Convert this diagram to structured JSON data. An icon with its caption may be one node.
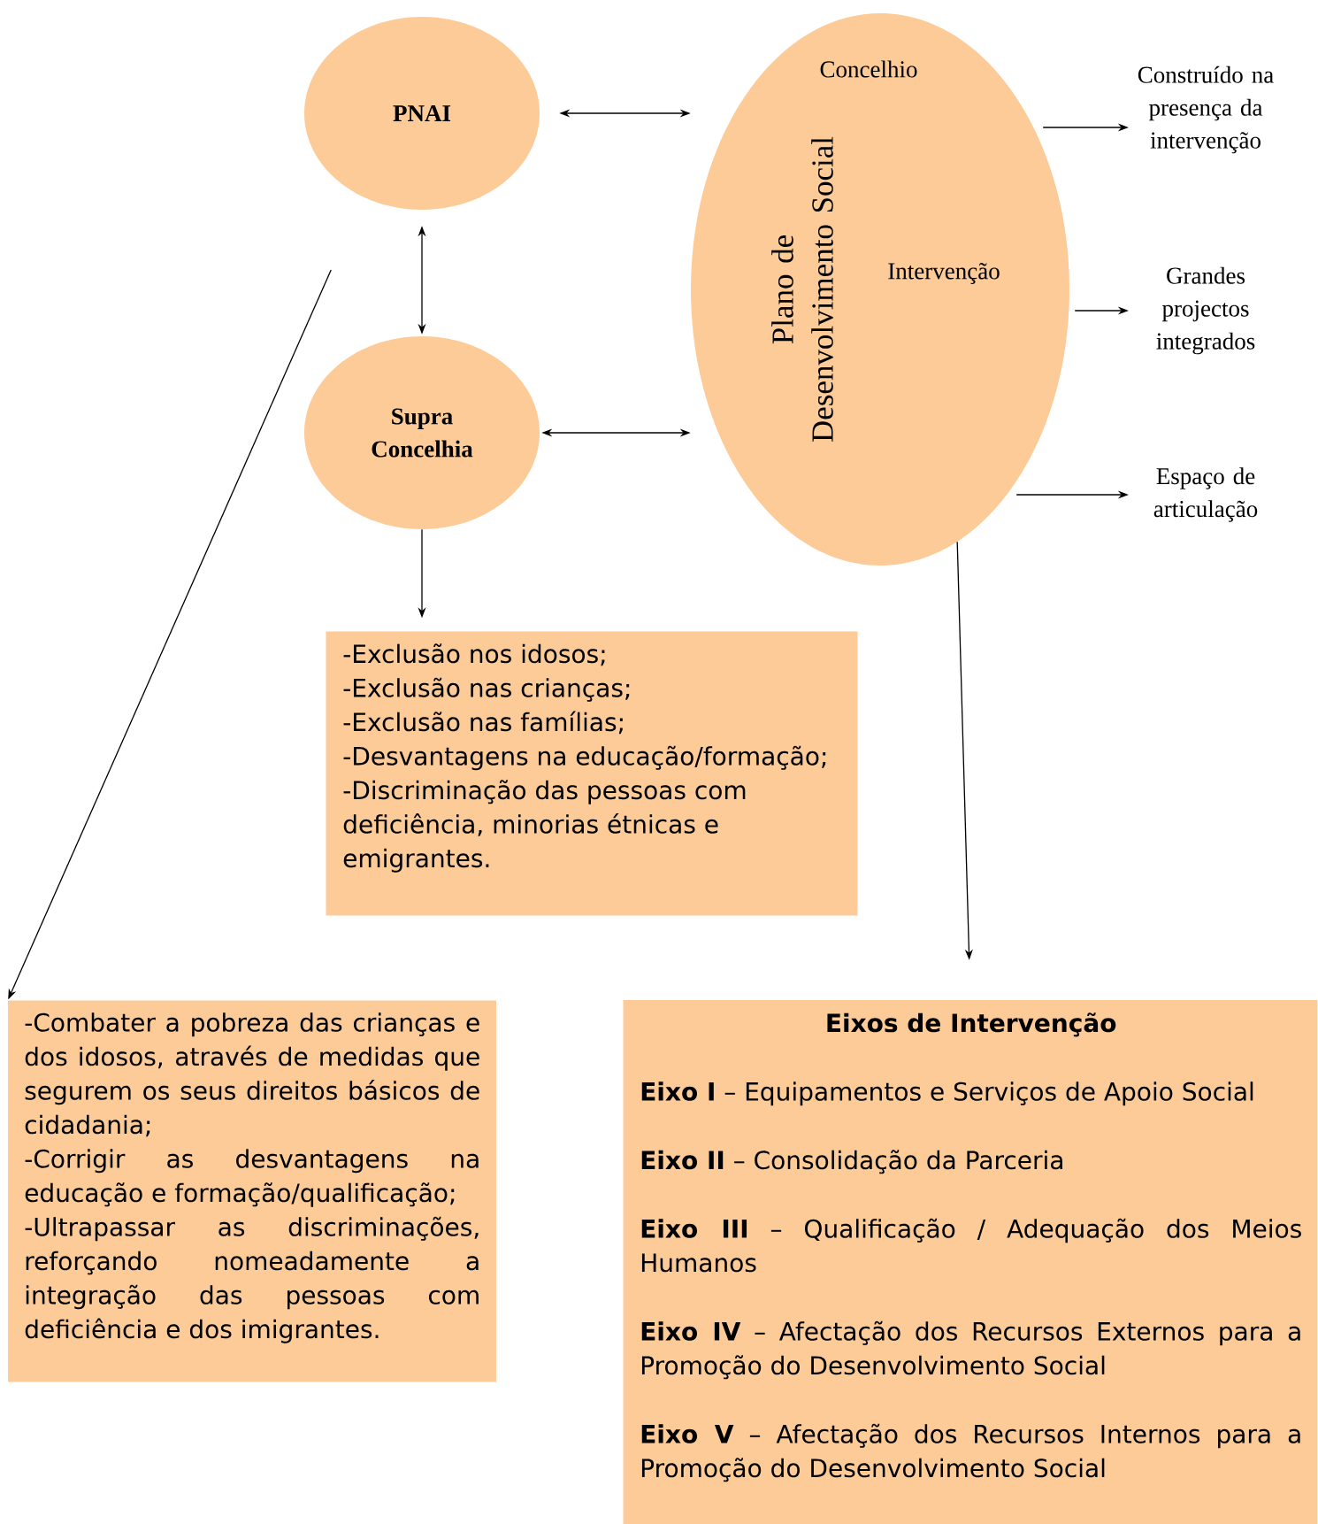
{
  "diagram": {
    "nodes": [
      {
        "text": [
          "PNAI"
        ]
      },
      {
        "text": [
          "Supra Concelhia"
        ]
      },
      {
        "text": [
          "Plano de Desenvolvimento Social",
          "Concelhio",
          "Intervenção"
        ]
      },
      {
        "text": [
          "Construído na presença da intervenção"
        ]
      },
      {
        "text": [
          "Grandes projectos integrados"
        ]
      },
      {
        "text": [
          "Espaço de articulação"
        ]
      },
      {
        "text": [
          "-Exclusão nos idosos;",
          "-Exclusão nas crianças;",
          "-Exclusão nas famílias;",
          "-Desvantagens na educação/formação;",
          "-Discriminação das pessoas com deficiência, minorias étnicas e emigrantes."
        ]
      },
      {
        "text": [
          "-Combater a pobreza das crianças e dos idosos, através de medidas que segurem os seus direitos básicos de cidadania;",
          "-Corrigir as desvantagens na educação e formação/qualificação;",
          "-Ultrapassar as discriminações, reforçando nomeadamente a integração das pessoas com deficiência e dos imigrantes."
        ]
      },
      {
        "text": [
          "Eixos de Intervenção",
          "**Eixo I** – Equipamentos e Serviços de Apoio Social",
          "**Eixo II** – Consolidação da Parceria",
          "**Eixo III** – Qualificação / Adequação dos Meios Humanos",
          "**Eixo IV** – Afectação dos Recursos Externos para a Promoção do Desenvolvimento Social",
          "**Eixo V** – Afectação dos Recursos Internos para a Promoção do Desenvolvimento Social"
        ]
      }
    ],
    "edges": [
      {
        "from": 0,
        "to": 2,
        "arrow": "both"
      },
      {
        "from": 0,
        "to": 1,
        "arrow": "both"
      },
      {
        "from": 1,
        "to": 2,
        "arrow": "both"
      },
      {
        "from": 2,
        "to": 3,
        "arrow": "to"
      },
      {
        "from": 2,
        "to": 4,
        "arrow": "to"
      },
      {
        "from": 2,
        "to": 5,
        "arrow": "to"
      },
      {
        "from": 1,
        "to": 6,
        "arrow": "to"
      },
      {
        "from": 0,
        "to": 7,
        "arrow": "to"
      },
      {
        "from": 2,
        "to": 8,
        "arrow": "to"
      }
    ]
  }
}
